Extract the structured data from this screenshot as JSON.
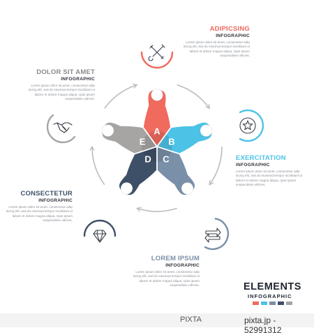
{
  "colors": {
    "red": "#f06a5e",
    "cyan": "#4cc3e6",
    "slate": "#7a8fa8",
    "navy": "#3e5068",
    "gray": "#a7a4a4",
    "arrow": "#b9bcc1",
    "text": "#2b2f36",
    "muted": "#8a8f97"
  },
  "segments": [
    {
      "letter": "A",
      "color": "#f06a5e",
      "icon": "tools-icon"
    },
    {
      "letter": "B",
      "color": "#4cc3e6",
      "icon": "star-icon"
    },
    {
      "letter": "C",
      "color": "#7a8fa8",
      "icon": "transfer-arrows-icon"
    },
    {
      "letter": "D",
      "color": "#3e5068",
      "icon": "diamond-icon"
    },
    {
      "letter": "E",
      "color": "#a7a4a4",
      "icon": "handshake-icon"
    }
  ],
  "labels": {
    "a": {
      "title": "ADIPICSING",
      "sub": "INFOGRAPHIC",
      "body": [
        "Lorem ipsum dolor sit amet, consectetur adip",
        "iscing elit, sed do eiusmod tempor incididunt ut",
        "labore et dolore magna aliqua. Quis ipsum",
        "suspendisse ultrices."
      ]
    },
    "b": {
      "title": "EXERCITATION",
      "sub": "INFOGRAPHIC",
      "body": [
        "Lorem ipsum dolor sit amet, consectetur adip",
        "iscing elit, sed do eiusmod tempor incididunt ut",
        "labore et dolore magna aliqua. Quis ipsum",
        "suspendisse ultrices."
      ]
    },
    "c": {
      "title": "LOREM IPSUM",
      "sub": "INFOGRAPHIC",
      "body": [
        "Lorem ipsum dolor sit amet, consectetur adip",
        "iscing elit, sed do eiusmod tempor incididunt ut",
        "labore et dolore magna aliqua. Quis ipsum",
        "suspendisse ultrices."
      ]
    },
    "d": {
      "title": "CONSECTETUR",
      "sub": "INFOGRAPHIC",
      "body": [
        "Lorem ipsum dolor sit amet, consectetur adip",
        "iscing elit, sed do eiusmod tempor incididunt ut",
        "labore et dolore magna aliqua. Quis ipsum",
        "suspendisse ultrices."
      ]
    },
    "e": {
      "title": "DOLOR SIT AMET",
      "sub": "INFOGRAPHIC",
      "body": [
        "Lorem ipsum dolor sit amet, consectetur adip",
        "iscing elit, sed do eiusmod tempor incididunt ut",
        "labore et dolore magna aliqua. Quis ipsum",
        "suspendisse ultrices."
      ]
    }
  },
  "brand": {
    "main": "ELEMENTS",
    "sub": "INFOGRAPHIC",
    "swatches": [
      "#f06a5e",
      "#4cc3e6",
      "#7a8fa8",
      "#3e5068",
      "#a7a4a4"
    ]
  },
  "footer": {
    "stock_number": "pixta.jp - 52991312",
    "brandmark": "PIXTA"
  }
}
